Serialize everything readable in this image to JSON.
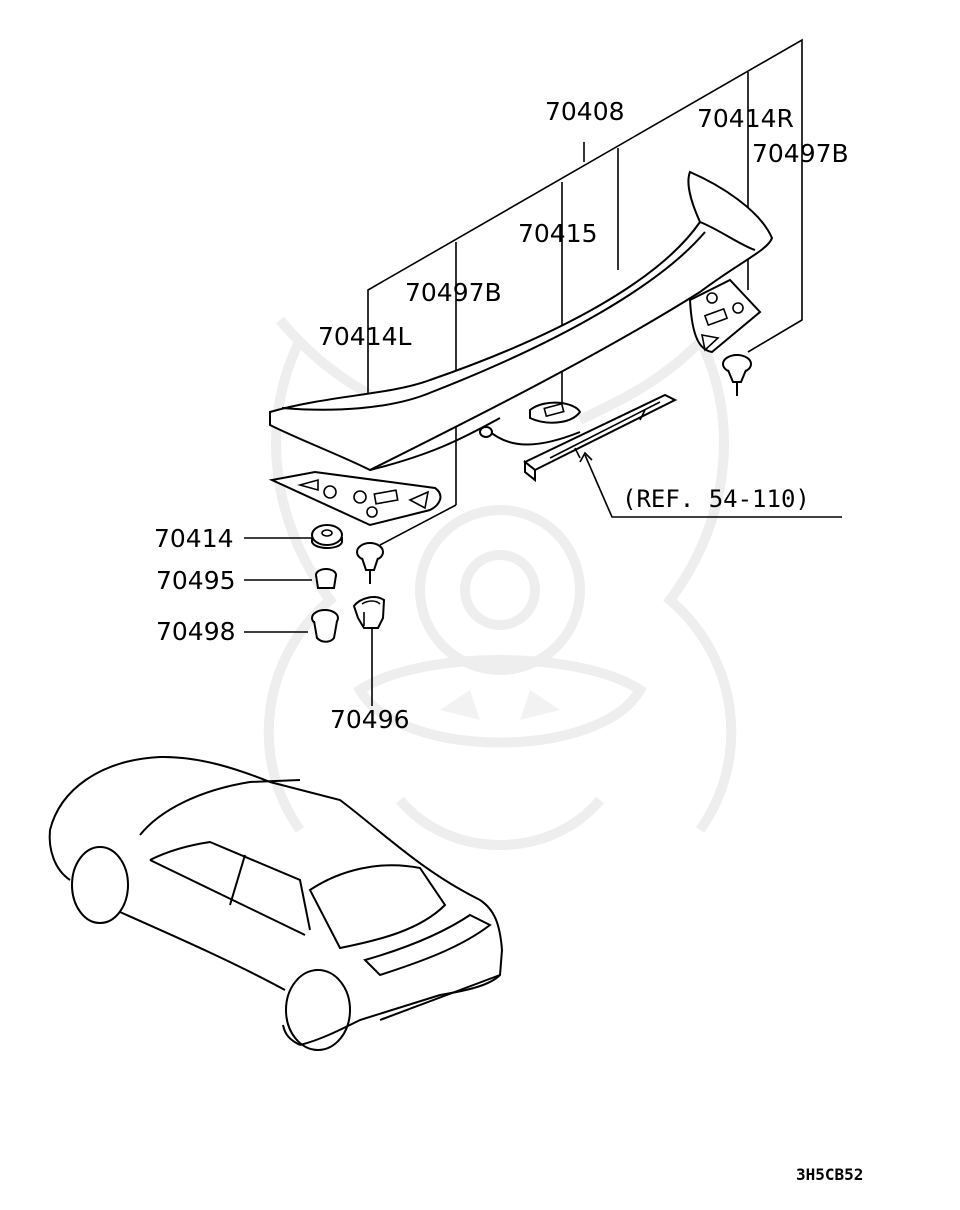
{
  "diagram": {
    "labels": {
      "p70408": "70408",
      "p70414R": "70414R",
      "p70497B_right": "70497B",
      "p70415": "70415",
      "p70497B_left": "70497B",
      "p70414L": "70414L",
      "ref": "(REF. 54-110)",
      "p70414": "70414",
      "p70495": "70495",
      "p70498": "70498",
      "p70496": "70496",
      "code": "3H5CB52"
    },
    "colors": {
      "line": "#000000",
      "watermark": "#eeeeee",
      "background": "#ffffff"
    }
  }
}
